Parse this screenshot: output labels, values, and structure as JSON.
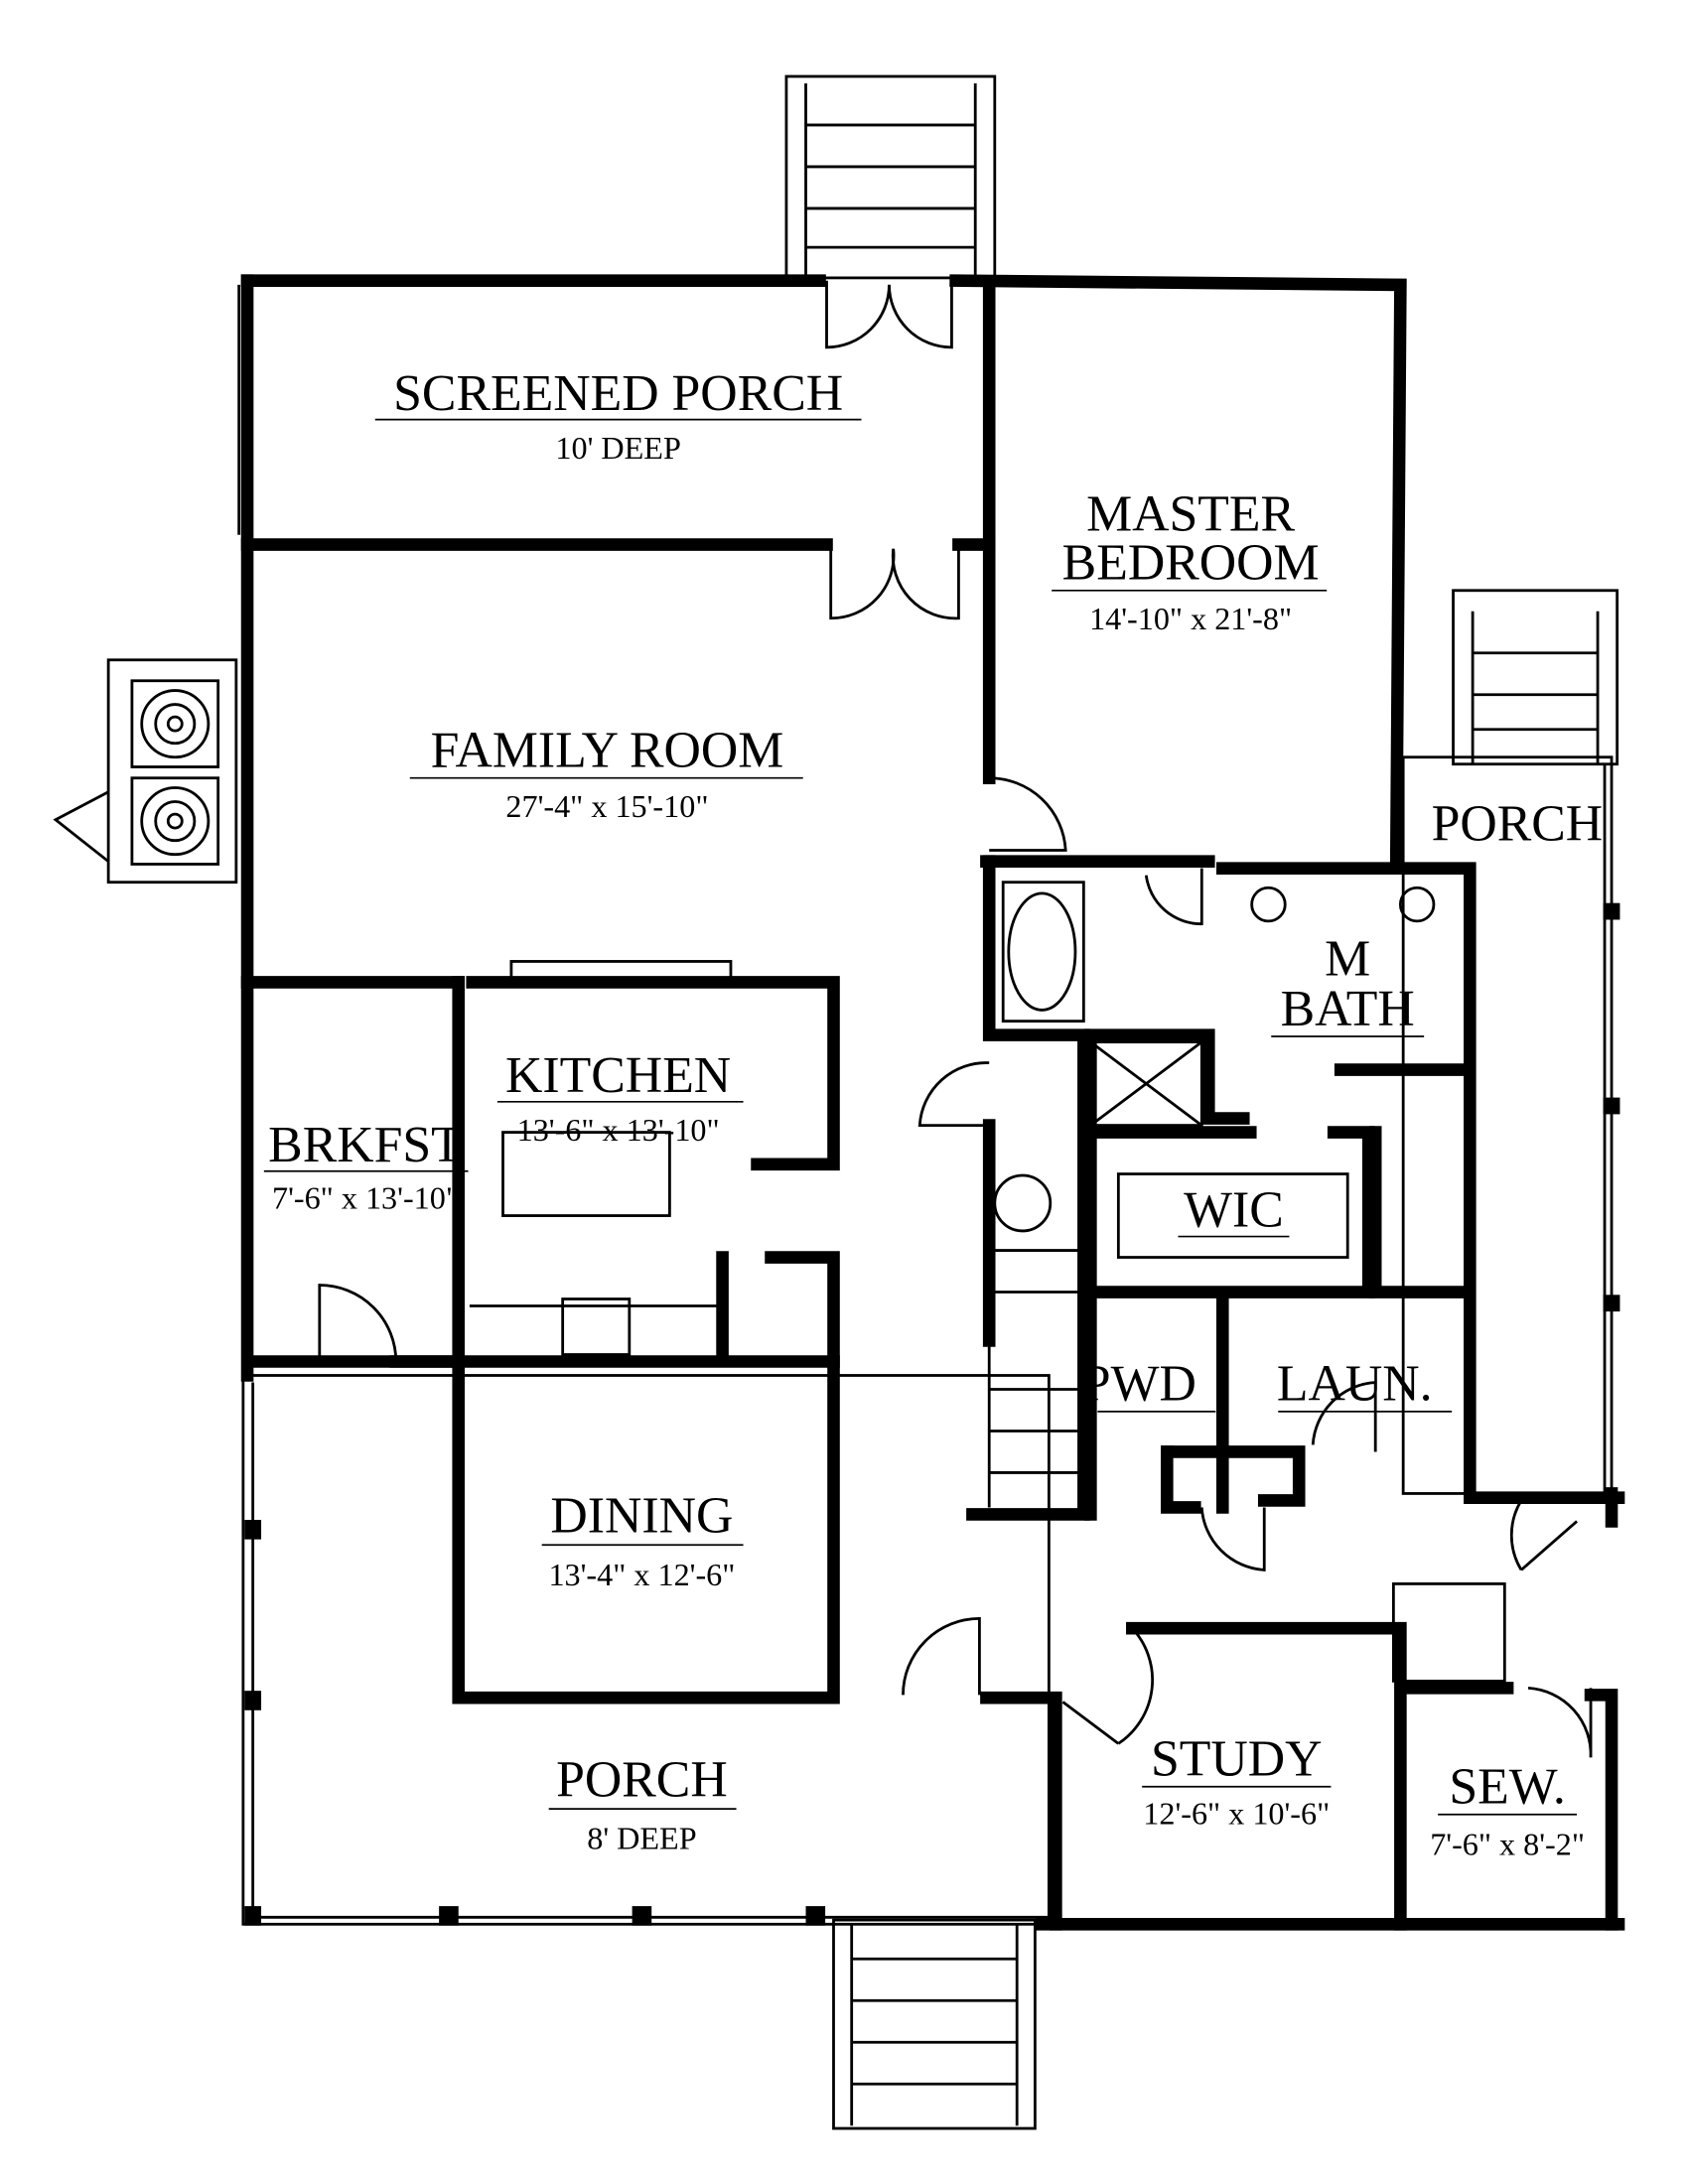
{
  "rooms": {
    "screened_porch": {
      "name": "SCREENED PORCH",
      "dims": "10' DEEP"
    },
    "master_bedroom": {
      "name_line1": "MASTER",
      "name_line2": "BEDROOM",
      "dims": "14'-10\" x 21'-8\""
    },
    "family_room": {
      "name": "FAMILY ROOM",
      "dims": "27'-4\" x 15'-10\""
    },
    "side_porch": {
      "name": "PORCH"
    },
    "master_bath": {
      "name_line1": "M",
      "name_line2": "BATH"
    },
    "kitchen": {
      "name": "KITCHEN",
      "dims": "13'-6\" x 13'-10\""
    },
    "breakfast": {
      "name": "BRKFST",
      "dims": "7'-6\" x 13'-10\""
    },
    "wic": {
      "name": "WIC"
    },
    "powder": {
      "name": "PWD"
    },
    "laundry": {
      "name": "LAUN."
    },
    "dining": {
      "name": "DINING",
      "dims": "13'-4\" x 12'-6\""
    },
    "study": {
      "name": "STUDY",
      "dims": "12'-6\" x 10'-6\""
    },
    "front_porch": {
      "name": "PORCH",
      "dims": "8' DEEP"
    },
    "sewing": {
      "name": "SEW.",
      "dims": "7'-6\" x 8'-2\""
    }
  }
}
